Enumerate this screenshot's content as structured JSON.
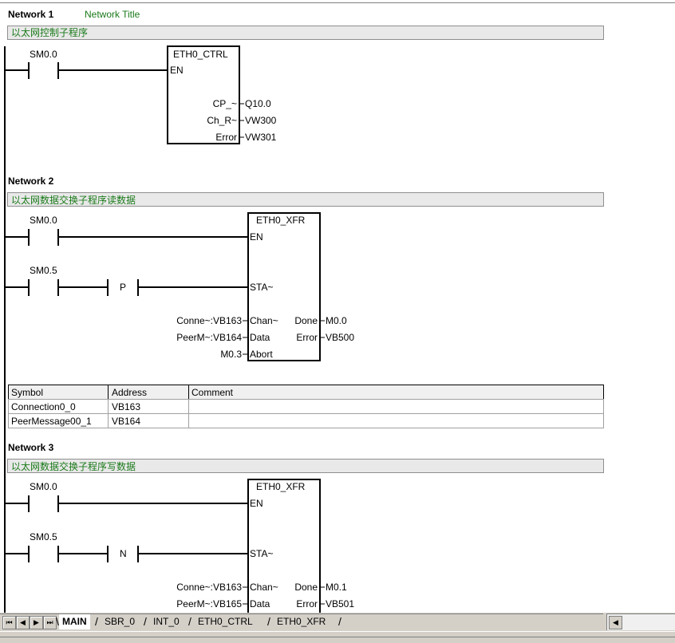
{
  "networks": [
    {
      "label": "Network 1",
      "title": "Network Title",
      "comment": "以太网控制子程序",
      "contacts": [
        {
          "address": "SM0.0"
        }
      ],
      "block": {
        "name": "ETH0_CTRL",
        "en": "EN",
        "outputs": [
          {
            "pin": "CP_~",
            "value": "Q10.0"
          },
          {
            "pin": "Ch_R~",
            "value": "VW300"
          },
          {
            "pin": "Error",
            "value": "VW301"
          }
        ]
      }
    },
    {
      "label": "Network 2",
      "comment": "以太网数据交换子程序读数据",
      "contacts": [
        {
          "address": "SM0.0"
        },
        {
          "address": "SM0.5",
          "edge": "P"
        }
      ],
      "block": {
        "name": "ETH0_XFR",
        "en": "EN",
        "start": "STA~",
        "inputs": [
          {
            "pin": "Chan~",
            "value": "Conne~:VB163"
          },
          {
            "pin": "Data",
            "value": "PeerM~:VB164"
          },
          {
            "pin": "Abort",
            "value": "M0.3"
          }
        ],
        "outputs": [
          {
            "pin": "Done",
            "value": "M0.0"
          },
          {
            "pin": "Error",
            "value": "VB500"
          }
        ]
      }
    },
    {
      "label": "Network 3",
      "comment": "以太网数据交换子程序写数据",
      "contacts": [
        {
          "address": "SM0.0"
        },
        {
          "address": "SM0.5",
          "edge": "N"
        }
      ],
      "block": {
        "name": "ETH0_XFR",
        "en": "EN",
        "start": "STA~",
        "inputs": [
          {
            "pin": "Chan~",
            "value": "Conne~:VB163"
          },
          {
            "pin": "Data",
            "value": "PeerM~:VB165"
          }
        ],
        "outputs": [
          {
            "pin": "Done",
            "value": "M0.1"
          },
          {
            "pin": "Error",
            "value": "VB501"
          }
        ]
      }
    }
  ],
  "symbol_table": {
    "headers": [
      "Symbol",
      "Address",
      "Comment"
    ],
    "rows": [
      [
        "Connection0_0",
        "VB163",
        ""
      ],
      [
        "PeerMessage00_1",
        "VB164",
        ""
      ]
    ]
  },
  "tabs": {
    "items": [
      "MAIN",
      "SBR_0",
      "INT_0",
      "ETH0_CTRL",
      "ETH0_XFR"
    ],
    "active": "MAIN"
  },
  "nav": {
    "first": "⏮",
    "prev": "◀",
    "next": "▶",
    "last": "⏭",
    "scroll_left": "◀"
  },
  "colors": {
    "comment_green": "#1a7a1a",
    "comment_bar": "#e9e9e9",
    "chrome": "#d4d0c8"
  }
}
